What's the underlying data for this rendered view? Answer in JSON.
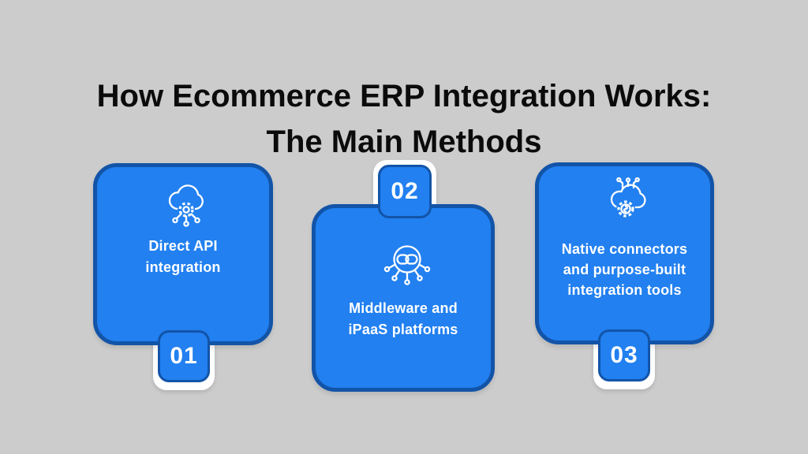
{
  "title": {
    "line1": "How Ecommerce ERP Integration Works:",
    "line2": "The Main Methods"
  },
  "cards": [
    {
      "number": "01",
      "icon": "cloud-api-icon",
      "badge_position": "bottom",
      "label_lines": [
        "Direct API",
        "integration"
      ]
    },
    {
      "number": "02",
      "icon": "hub-link-icon",
      "badge_position": "top",
      "label_lines": [
        "Middleware and",
        "iPaaS platforms"
      ]
    },
    {
      "number": "03",
      "icon": "cloud-gear-icon",
      "badge_position": "bottom",
      "label_lines": [
        "Native connectors",
        "and purpose-built",
        "integration tools"
      ]
    }
  ],
  "colors": {
    "background": "#CCCCCC",
    "card_fill": "#2280F0",
    "card_border": "#1254A8",
    "badge_frame": "#FFFFFF",
    "card_text": "#FFFFFF",
    "title_text": "#0B0B0B"
  }
}
